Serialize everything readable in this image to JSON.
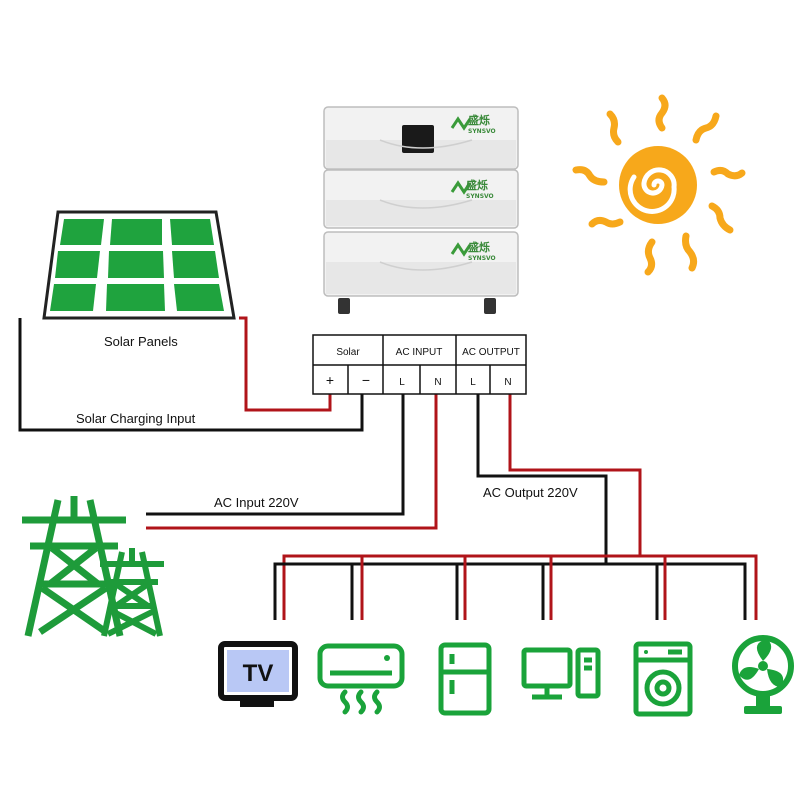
{
  "labels": {
    "solar_panels": "Solar Panels",
    "solar_charging_input": "Solar Charging Input",
    "ac_input_220v": "AC Input 220V",
    "ac_output_220v": "AC Output 220V"
  },
  "terminal_block": {
    "groups": {
      "solar": "Solar",
      "ac_input": "AC INPUT",
      "ac_output": "AC OUTPUT"
    },
    "terminals": {
      "plus": "+",
      "minus": "−",
      "in_l": "L",
      "in_n": "N",
      "out_l": "L",
      "out_n": "N"
    }
  },
  "battery": {
    "brand_cn": "盛烁",
    "brand_en": "SYNSVO"
  },
  "appliances": {
    "tv_label": "TV"
  },
  "colors": {
    "appliance_green": "#1aa33a",
    "panel_green": "#1fa33e",
    "pylon_green": "#1e9b3a",
    "sun_orange": "#f7a81b",
    "wire_red": "#b0141a",
    "wire_black": "#111111",
    "tv_screen": "#b9c8f5"
  },
  "icons": [
    "sun-icon",
    "solar-panel-icon",
    "power-pylon-icon",
    "tv-icon",
    "air-conditioner-icon",
    "refrigerator-icon",
    "computer-icon",
    "washing-machine-icon",
    "fan-icon",
    "battery-stack-icon"
  ]
}
